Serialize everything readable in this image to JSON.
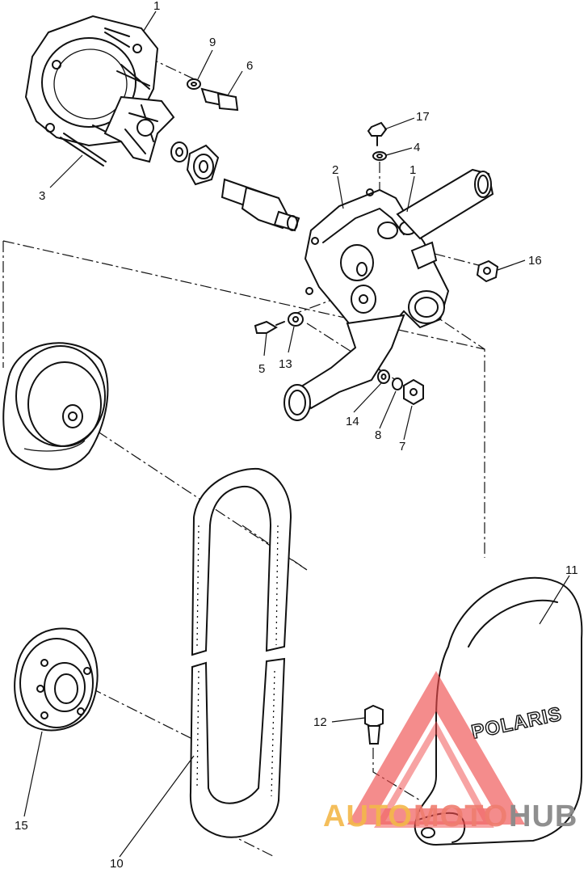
{
  "callouts": {
    "c1a": "1",
    "c1b": "1",
    "c2": "2",
    "c3": "3",
    "c4": "4",
    "c5": "5",
    "c6": "6",
    "c7": "7",
    "c8": "8",
    "c9": "9",
    "c10": "10",
    "c11": "11",
    "c12": "12",
    "c13": "13",
    "c14": "14",
    "c15": "15",
    "c16": "16",
    "c17": "17"
  },
  "cover_logo": "POLARIS",
  "watermark": {
    "auto": "AUTO",
    "moto": "MOTO",
    "hub": "HUB",
    "colors": {
      "auto": "#f3b84a",
      "moto": "#ef7d6f",
      "hub": "#8a8a8a",
      "triangle": "#ee4b4b"
    }
  }
}
